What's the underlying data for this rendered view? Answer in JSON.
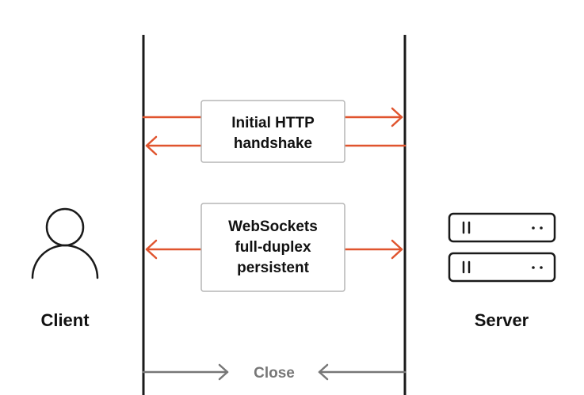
{
  "client": {
    "label": "Client"
  },
  "server": {
    "label": "Server"
  },
  "handshake": {
    "line1": "Initial HTTP",
    "line2": "handshake"
  },
  "websockets": {
    "line1": "WebSockets",
    "line2": "full-duplex",
    "line3": "persistent"
  },
  "close": {
    "label": "Close"
  },
  "colors": {
    "accent": "#e0542e",
    "line": "#1a1a1a",
    "box_border": "#b5b5b5",
    "muted": "#777777",
    "text": "#111111"
  }
}
